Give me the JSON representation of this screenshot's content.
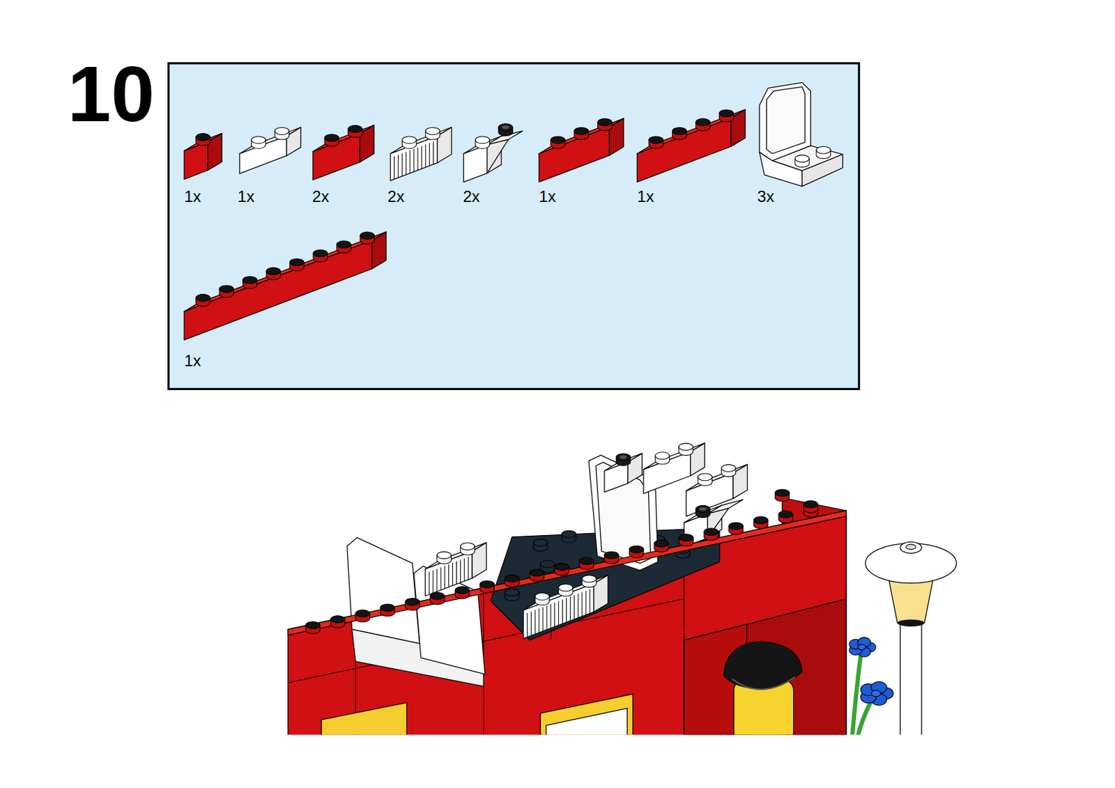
{
  "diagram": {
    "labels": [
      "10",
      "1x",
      "1x",
      "2x",
      "2x",
      "2x",
      "1x",
      "1x",
      "3x",
      "1x"
    ]
  }
}
